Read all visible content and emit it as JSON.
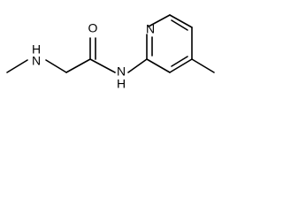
{
  "molecule": {
    "atoms": {
      "amine_n": "H\nN",
      "carbonyl_o": "O",
      "amide_n": "N\nH",
      "pyridine_n": "N"
    }
  }
}
